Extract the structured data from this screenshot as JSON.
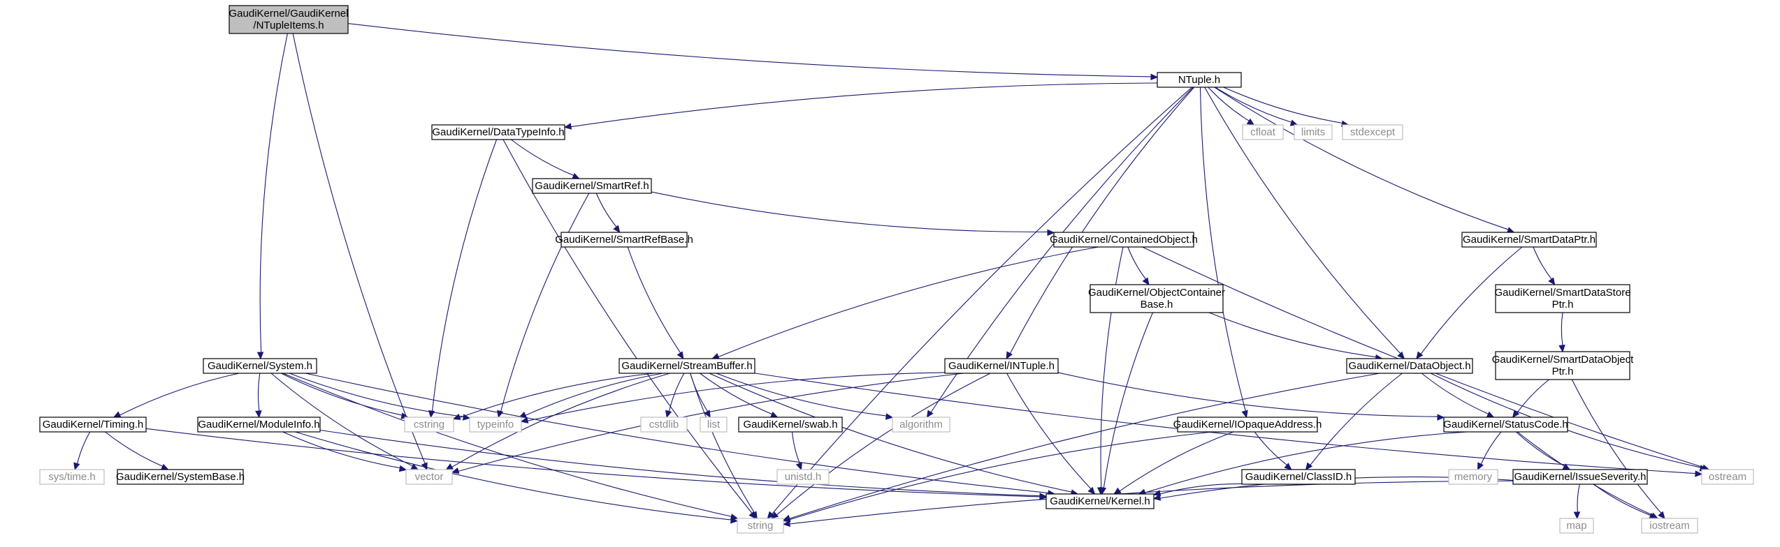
{
  "nodes": [
    {
      "id": "root",
      "lines": [
        "GaudiKernel/GaudiKernel",
        "/NTupleItems.h"
      ],
      "kind": "root"
    },
    {
      "id": "ntuple",
      "lines": [
        "NTuple.h"
      ],
      "kind": "local"
    },
    {
      "id": "datatypeinfo",
      "lines": [
        "GaudiKernel/DataTypeInfo.h"
      ],
      "kind": "local"
    },
    {
      "id": "smartref",
      "lines": [
        "GaudiKernel/SmartRef.h"
      ],
      "kind": "local"
    },
    {
      "id": "smartrefbase",
      "lines": [
        "GaudiKernel/SmartRefBase.h"
      ],
      "kind": "local"
    },
    {
      "id": "containedobject",
      "lines": [
        "GaudiKernel/ContainedObject.h"
      ],
      "kind": "local"
    },
    {
      "id": "objectcontainerbase",
      "lines": [
        "GaudiKernel/ObjectContainer",
        "Base.h"
      ],
      "kind": "local"
    },
    {
      "id": "smartdataptr",
      "lines": [
        "GaudiKernel/SmartDataPtr.h"
      ],
      "kind": "local"
    },
    {
      "id": "smartdatastoreptr",
      "lines": [
        "GaudiKernel/SmartDataStore",
        "Ptr.h"
      ],
      "kind": "local"
    },
    {
      "id": "smartdataobjectptr",
      "lines": [
        "GaudiKernel/SmartDataObject",
        "Ptr.h"
      ],
      "kind": "local"
    },
    {
      "id": "system",
      "lines": [
        "GaudiKernel/System.h"
      ],
      "kind": "local"
    },
    {
      "id": "streambuffer",
      "lines": [
        "GaudiKernel/StreamBuffer.h"
      ],
      "kind": "local"
    },
    {
      "id": "intuple",
      "lines": [
        "GaudiKernel/INTuple.h"
      ],
      "kind": "local"
    },
    {
      "id": "dataobject",
      "lines": [
        "GaudiKernel/DataObject.h"
      ],
      "kind": "local"
    },
    {
      "id": "timing",
      "lines": [
        "GaudiKernel/Timing.h"
      ],
      "kind": "local"
    },
    {
      "id": "moduleinfo",
      "lines": [
        "GaudiKernel/ModuleInfo.h"
      ],
      "kind": "local"
    },
    {
      "id": "swab",
      "lines": [
        "GaudiKernel/swab.h"
      ],
      "kind": "local"
    },
    {
      "id": "iopaqueaddress",
      "lines": [
        "GaudiKernel/IOpaqueAddress.h"
      ],
      "kind": "local"
    },
    {
      "id": "statuscode",
      "lines": [
        "GaudiKernel/StatusCode.h"
      ],
      "kind": "local"
    },
    {
      "id": "systembase",
      "lines": [
        "GaudiKernel/SystemBase.h"
      ],
      "kind": "local"
    },
    {
      "id": "classid",
      "lines": [
        "GaudiKernel/ClassID.h"
      ],
      "kind": "local"
    },
    {
      "id": "issueseverity",
      "lines": [
        "GaudiKernel/IssueSeverity.h"
      ],
      "kind": "local"
    },
    {
      "id": "kernel",
      "lines": [
        "GaudiKernel/Kernel.h"
      ],
      "kind": "local"
    },
    {
      "id": "cfloat",
      "lines": [
        "cfloat"
      ],
      "kind": "sys"
    },
    {
      "id": "limits",
      "lines": [
        "limits"
      ],
      "kind": "sys"
    },
    {
      "id": "stdexcept",
      "lines": [
        "stdexcept"
      ],
      "kind": "sys"
    },
    {
      "id": "cstring",
      "lines": [
        "cstring"
      ],
      "kind": "sys"
    },
    {
      "id": "typeinfo",
      "lines": [
        "typeinfo"
      ],
      "kind": "sys"
    },
    {
      "id": "cstdlib",
      "lines": [
        "cstdlib"
      ],
      "kind": "sys"
    },
    {
      "id": "list",
      "lines": [
        "list"
      ],
      "kind": "sys"
    },
    {
      "id": "algorithm",
      "lines": [
        "algorithm"
      ],
      "kind": "sys"
    },
    {
      "id": "vector",
      "lines": [
        "vector"
      ],
      "kind": "sys"
    },
    {
      "id": "unistd",
      "lines": [
        "unistd.h"
      ],
      "kind": "sys"
    },
    {
      "id": "systime",
      "lines": [
        "sys/time.h"
      ],
      "kind": "sys"
    },
    {
      "id": "memory",
      "lines": [
        "memory"
      ],
      "kind": "sys"
    },
    {
      "id": "ostream",
      "lines": [
        "ostream"
      ],
      "kind": "sys"
    },
    {
      "id": "map",
      "lines": [
        "map"
      ],
      "kind": "sys"
    },
    {
      "id": "iostream",
      "lines": [
        "iostream"
      ],
      "kind": "sys"
    },
    {
      "id": "string",
      "lines": [
        "string"
      ],
      "kind": "sys"
    }
  ],
  "edges": [
    [
      "root",
      "ntuple"
    ],
    [
      "root",
      "system"
    ],
    [
      "root",
      "vector"
    ],
    [
      "ntuple",
      "datatypeinfo"
    ],
    [
      "ntuple",
      "cfloat"
    ],
    [
      "ntuple",
      "limits"
    ],
    [
      "ntuple",
      "stdexcept"
    ],
    [
      "ntuple",
      "smartdataptr"
    ],
    [
      "ntuple",
      "dataobject"
    ],
    [
      "ntuple",
      "iopaqueaddress"
    ],
    [
      "ntuple",
      "intuple"
    ],
    [
      "ntuple",
      "algorithm"
    ],
    [
      "ntuple",
      "string"
    ],
    [
      "datatypeinfo",
      "smartref"
    ],
    [
      "datatypeinfo",
      "cstring"
    ],
    [
      "datatypeinfo",
      "string"
    ],
    [
      "smartref",
      "smartrefbase"
    ],
    [
      "smartref",
      "containedobject"
    ],
    [
      "smartref",
      "typeinfo"
    ],
    [
      "smartrefbase",
      "streambuffer"
    ],
    [
      "containedobject",
      "streambuffer"
    ],
    [
      "containedobject",
      "objectcontainerbase"
    ],
    [
      "containedobject",
      "kernel"
    ],
    [
      "containedobject",
      "ostream"
    ],
    [
      "objectcontainerbase",
      "dataobject"
    ],
    [
      "objectcontainerbase",
      "kernel"
    ],
    [
      "smartdataptr",
      "smartdatastoreptr"
    ],
    [
      "smartdataptr",
      "dataobject"
    ],
    [
      "smartdatastoreptr",
      "smartdataobjectptr"
    ],
    [
      "smartdataobjectptr",
      "statuscode"
    ],
    [
      "smartdataobjectptr",
      "iostream"
    ],
    [
      "system",
      "timing"
    ],
    [
      "system",
      "moduleinfo"
    ],
    [
      "system",
      "vector"
    ],
    [
      "system",
      "cstring"
    ],
    [
      "system",
      "typeinfo"
    ],
    [
      "system",
      "kernel"
    ],
    [
      "system",
      "string"
    ],
    [
      "streambuffer",
      "cstring"
    ],
    [
      "streambuffer",
      "typeinfo"
    ],
    [
      "streambuffer",
      "cstdlib"
    ],
    [
      "streambuffer",
      "list"
    ],
    [
      "streambuffer",
      "swab"
    ],
    [
      "streambuffer",
      "algorithm"
    ],
    [
      "streambuffer",
      "vector"
    ],
    [
      "streambuffer",
      "kernel"
    ],
    [
      "streambuffer",
      "string"
    ],
    [
      "streambuffer",
      "ostream"
    ],
    [
      "intuple",
      "typeinfo"
    ],
    [
      "intuple",
      "vector"
    ],
    [
      "intuple",
      "statuscode"
    ],
    [
      "intuple",
      "kernel"
    ],
    [
      "intuple",
      "string"
    ],
    [
      "dataobject",
      "statuscode"
    ],
    [
      "dataobject",
      "classid"
    ],
    [
      "dataobject",
      "ostream"
    ],
    [
      "dataobject",
      "string"
    ],
    [
      "timing",
      "systime"
    ],
    [
      "timing",
      "systembase"
    ],
    [
      "timing",
      "kernel"
    ],
    [
      "moduleinfo",
      "vector"
    ],
    [
      "moduleinfo",
      "kernel"
    ],
    [
      "moduleinfo",
      "string"
    ],
    [
      "swab",
      "unistd"
    ],
    [
      "iopaqueaddress",
      "classid"
    ],
    [
      "iopaqueaddress",
      "kernel"
    ],
    [
      "iopaqueaddress",
      "string"
    ],
    [
      "statuscode",
      "memory"
    ],
    [
      "statuscode",
      "issueseverity"
    ],
    [
      "statuscode",
      "iostream"
    ],
    [
      "statuscode",
      "kernel"
    ],
    [
      "classid",
      "kernel"
    ],
    [
      "issueseverity",
      "map"
    ],
    [
      "issueseverity",
      "iostream"
    ],
    [
      "issueseverity",
      "string"
    ],
    [
      "issueseverity",
      "kernel"
    ]
  ]
}
